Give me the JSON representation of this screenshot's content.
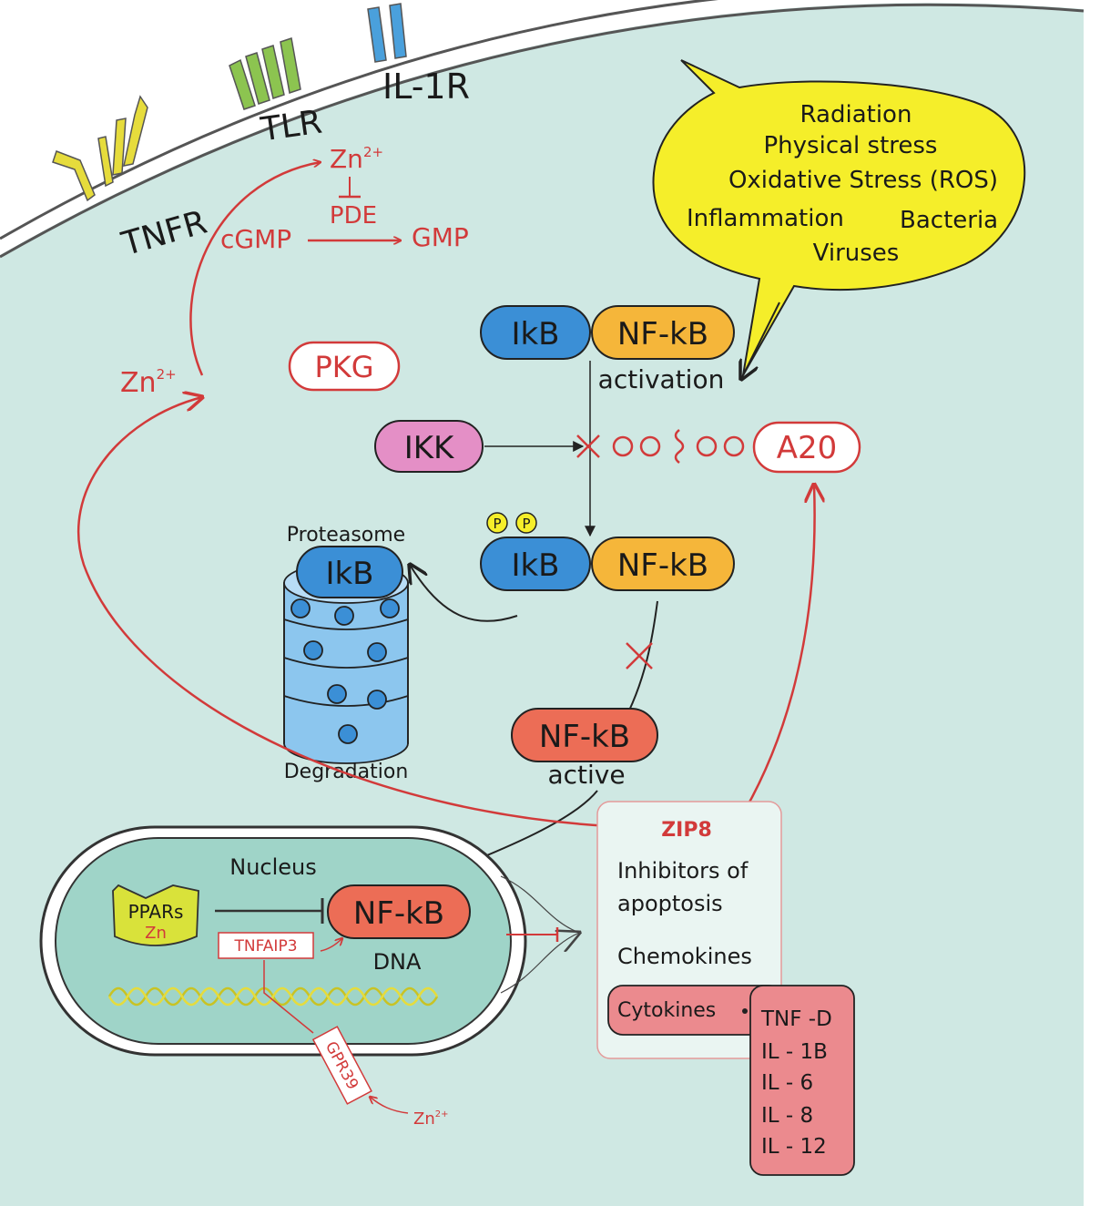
{
  "receptors": {
    "tnfr": "TNFR",
    "tlr": "TLR",
    "il1r": "IL-1R"
  },
  "zinc_signaling": {
    "zn_top": "Zn",
    "zn_top_sup": "2+",
    "pde": "PDE",
    "cgmp": "cGMP",
    "gmp": "GMP",
    "zn_left": "Zn",
    "zn_left_sup": "2+",
    "pkg": "PKG"
  },
  "stress_bubble": {
    "lines": [
      "Radiation",
      "Physical stress",
      "Oxidative Stress (ROS)"
    ],
    "inflammation": "Inflammation",
    "bacteria": "Bacteria",
    "viruses": "Viruses"
  },
  "complex_top": {
    "ikb": "IkB",
    "nfkb": "NF-kB",
    "activation": "activation"
  },
  "ikk": "IKK",
  "a20": "A20",
  "phospho": [
    "P",
    "P"
  ],
  "complex_mid": {
    "ikb": "IkB",
    "nfkb": "NF-kB"
  },
  "proteasome": {
    "label": "Proteasome",
    "ikb": "IkB",
    "degradation": "Degradation"
  },
  "nfkb_active": {
    "label": "NF-kB",
    "sublabel": "active"
  },
  "nucleus": {
    "label": "Nucleus",
    "ppars": "PPARs",
    "ppars_zn": "Zn",
    "nfkb": "NF-kB",
    "tnfaip3": "TNFAIP3",
    "dna": "DNA",
    "gpr39": "GPR39",
    "zn": "Zn",
    "zn_sup": "2+"
  },
  "targets": {
    "zip8": "ZIP8",
    "inhibitors": [
      "Inhibitors of",
      "apoptosis"
    ],
    "chemokines": "Chemokines",
    "cytokines": "Cytokines",
    "cytokine_list": [
      "TNF -D",
      "IL - 1B",
      "IL - 6",
      "IL - 8",
      "IL - 12"
    ]
  },
  "colors": {
    "cytoplasm": "#cfe8e3",
    "membrane": "#555555",
    "ikb_blue": "#3b8fd6",
    "nfkb_orange": "#f5b63a",
    "ikk_pink": "#e48fc6",
    "nfkb_active": "#ec6d56",
    "ppars_yellow": "#d9e23a",
    "bubble_yellow": "#f5ee2a",
    "pathway_red": "#d23a3a",
    "cytokine_pink": "#eb8a8e",
    "tnfr_yellow": "#e6dc3c",
    "tlr_green": "#8cc450",
    "il1r_blue": "#4aa0dc"
  }
}
